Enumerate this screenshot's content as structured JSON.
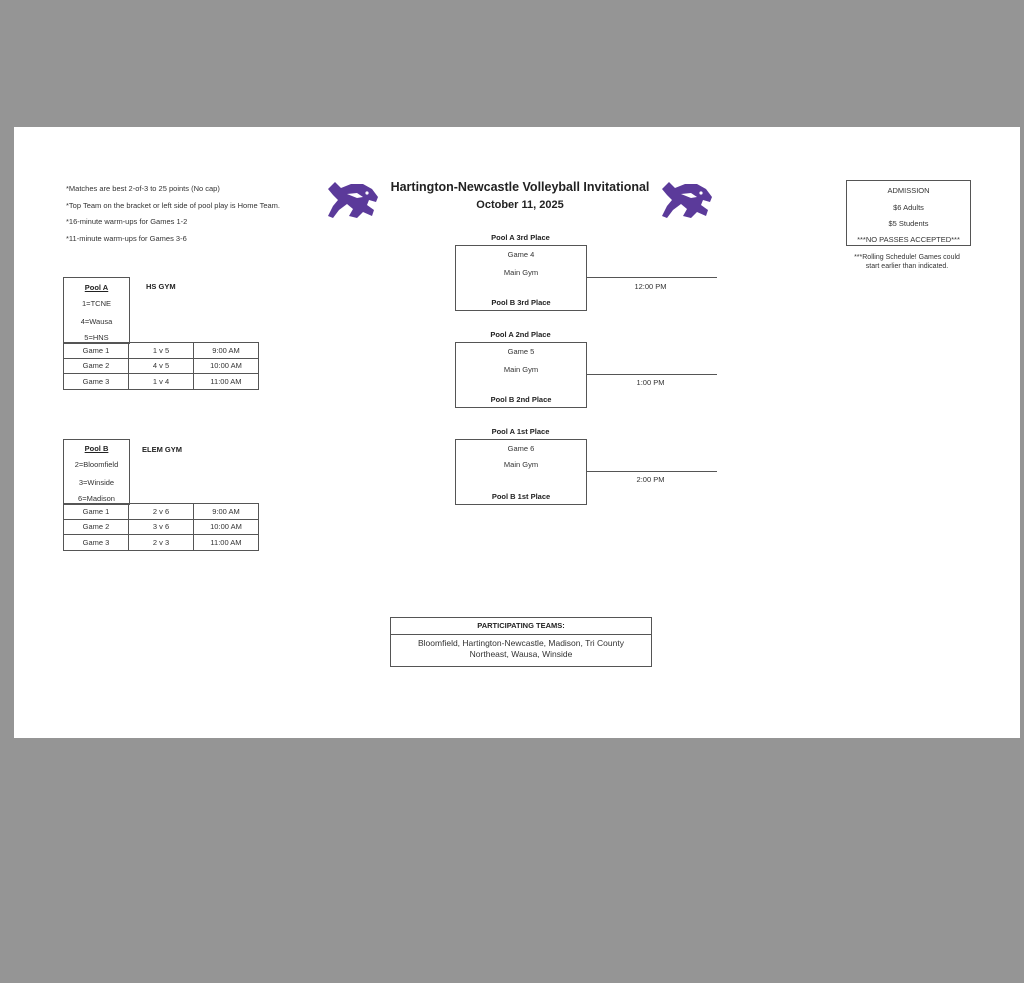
{
  "header": {
    "title": "Hartington-Newcastle Volleyball Invitational",
    "date": "October 11, 2025",
    "logo_icon": "wildcat-logo-icon",
    "brand_color": "#5b3a9a"
  },
  "notes": [
    "*Matches are best 2-of-3 to 25 points (No cap)",
    "*Top Team on the bracket or left side of pool play is Home Team.",
    "*16-minute warm-ups for Games 1-2",
    "*11-minute warm-ups for Games 3-6"
  ],
  "admission": {
    "title": "ADMISSION",
    "adults": "$6 Adults",
    "students": "$5 Students",
    "no_passes": "***NO PASSES ACCEPTED***",
    "rolling_line1": "***Rolling Schedule!  Games could",
    "rolling_line2": "start earlier than indicated."
  },
  "pool_a": {
    "title": "Pool A",
    "gym": "HS GYM",
    "teams": [
      "1=TCNE",
      "4=Wausa",
      "5=HNS"
    ],
    "games": [
      {
        "game": "Game 1",
        "match": "1 v 5",
        "time": "9:00 AM"
      },
      {
        "game": "Game 2",
        "match": "4 v 5",
        "time": "10:00 AM"
      },
      {
        "game": "Game 3",
        "match": "1 v 4",
        "time": "11:00 AM"
      }
    ]
  },
  "pool_b": {
    "title": "Pool B",
    "gym": "ELEM GYM",
    "teams": [
      "2=Bloomfield",
      "3=Winside",
      "6=Madison"
    ],
    "games": [
      {
        "game": "Game 1",
        "match": "2 v 6",
        "time": "9:00 AM"
      },
      {
        "game": "Game 2",
        "match": "3 v 6",
        "time": "10:00 AM"
      },
      {
        "game": "Game 3",
        "match": "2 v 3",
        "time": "11:00 AM"
      }
    ]
  },
  "bracket": [
    {
      "top": "Pool A 3rd Place",
      "game": "Game 4",
      "venue": "Main Gym",
      "bottom": "Pool B 3rd Place",
      "time": "12:00 PM"
    },
    {
      "top": "Pool A 2nd Place",
      "game": "Game 5",
      "venue": "Main Gym",
      "bottom": "Pool B 2nd Place",
      "time": "1:00 PM"
    },
    {
      "top": "Pool A 1st Place",
      "game": "Game 6",
      "venue": "Main Gym",
      "bottom": "Pool B 1st Place",
      "time": "2:00 PM"
    }
  ],
  "participating": {
    "title": "PARTICIPATING TEAMS:",
    "teams": "Bloomfield, Hartington-Newcastle, Madison, Tri County Northeast, Wausa, Winside"
  }
}
